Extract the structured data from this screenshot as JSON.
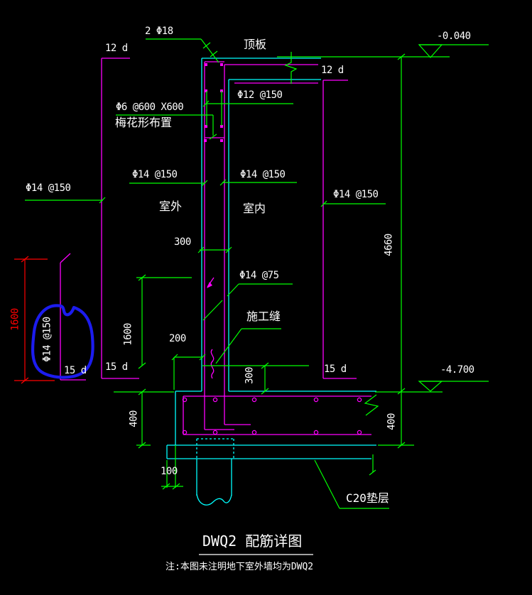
{
  "drawing": {
    "title": "DWQ2 配筋详图",
    "note": "注:本图未注明地下室外墙均为DWQ2",
    "labels": {
      "top_bars": "2 Φ18",
      "roof_slab": "顶板",
      "elev_top": "-0.040",
      "elev_bottom": "-4.700",
      "hook_12d_left": "12 d",
      "hook_12d_right": "12 d",
      "mesh_spec": "Φ6 @600 X600",
      "mesh_layout": "梅花形布置",
      "slab_bar": "Φ12 @150",
      "wall_bar_outer_mid": "Φ14 @150",
      "wall_bar_inner_mid": "Φ14 @150",
      "wall_bar_far_left": "Φ14 @150",
      "wall_bar_right": "Φ14 @150",
      "circled_bar": "Φ14 @150",
      "outside": "室外",
      "inside": "室内",
      "wall_thickness": "300",
      "extra_bar": "Φ14 @75",
      "construction_joint": "施工缝",
      "dim_wall_1600": "1600",
      "dim_red_1600": "1600",
      "dim_200": "200",
      "dim_300_joint": "300",
      "hook_15d_a": "15 d",
      "hook_15d_b": "15 d",
      "hook_15d_right": "15 d",
      "dim_wall_height": "4660",
      "dim_footing_400_left": "400",
      "dim_footing_400_right": "400",
      "dim_100": "100",
      "bedding": "C20垫层"
    },
    "colors": {
      "background": "#000000",
      "concrete_outline": "#00ffff",
      "rebar": "#ff00ff",
      "annotation": "#00ff00",
      "text": "#ffffff",
      "red_dimension": "#ff0000",
      "highlight_circle": "#1c1cee"
    }
  }
}
